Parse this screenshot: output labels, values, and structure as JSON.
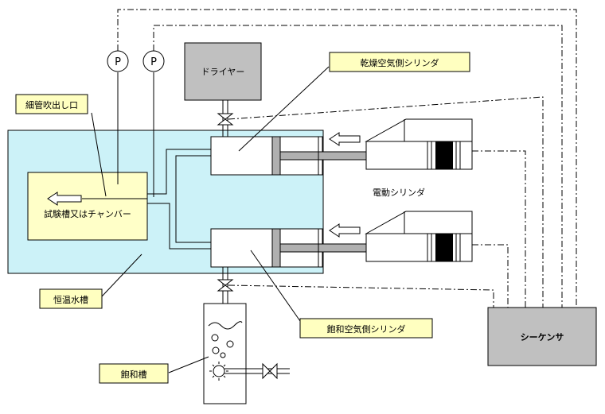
{
  "labels": {
    "dryer": "ドライヤー",
    "dry_cylinder": "乾燥空気側シリンダ",
    "nozzle": "細管吹出し口",
    "chamber": "試験槽又はチャンバー",
    "electric_cylinder": "電動シリンダ",
    "water_bath": "恒温水槽",
    "saturated_cylinder": "飽和空気側シリンダ",
    "saturation_tank": "飽和槽",
    "sequencer": "シーケンサ",
    "gauge_1": "P",
    "gauge_2": "P"
  },
  "colors": {
    "water_bath_fill": "#ccf2f8",
    "callout_fill": "#ffffc0",
    "chamber_fill": "#ffffc8",
    "box_gray": "#c0c0c0",
    "line": "#000000"
  }
}
